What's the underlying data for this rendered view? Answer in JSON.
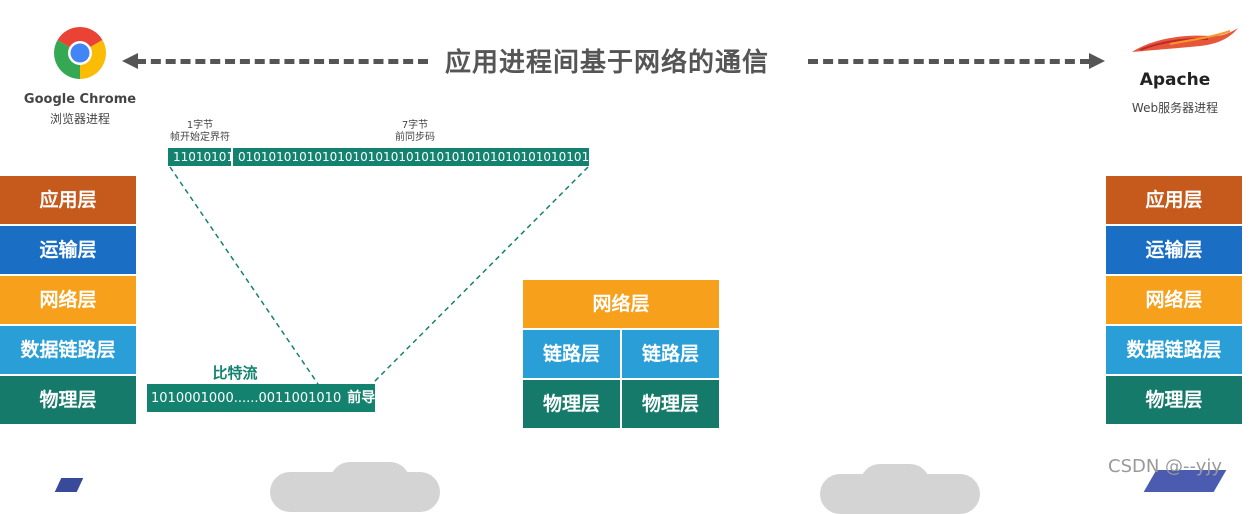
{
  "title": "应用进程间基于网络的通信",
  "client": {
    "name": "Google Chrome",
    "subtitle": "浏览器进程"
  },
  "server": {
    "name": "Apache",
    "subtitle": "Web服务器进程"
  },
  "frame": {
    "sfd_label_line1": "1字节",
    "sfd_label_line2": "帧开始定界符",
    "sfd_bits": "11010101",
    "preamble_label_line1": "7字节",
    "preamble_label_line2": "前同步码",
    "preamble_bits": "01010101010101010101010101010101010101010101010101010101"
  },
  "bitstream": {
    "title": "比特流",
    "bits": "1010001000......0011001010",
    "tail_label": "前导码"
  },
  "left_stack": [
    "应用层",
    "运输层",
    "网络层",
    "数据链路层",
    "物理层"
  ],
  "switch": {
    "network": "网络层",
    "link_left": "链路层",
    "link_right": "链路层",
    "phys_left": "物理层",
    "phys_right": "物理层"
  },
  "right_stack": [
    "应用层",
    "运输层",
    "网络层",
    "数据链路层",
    "物理层"
  ],
  "watermark": "CSDN @--yjy",
  "colors": {
    "application": "#c55a1c",
    "transport": "#1a6fc4",
    "network": "#f7a01b",
    "datalink": "#2a9ed6",
    "physical": "#167a6a",
    "frame": "#13826f"
  },
  "icons": {
    "client": "chrome-logo-icon",
    "server": "apache-feather-icon"
  }
}
